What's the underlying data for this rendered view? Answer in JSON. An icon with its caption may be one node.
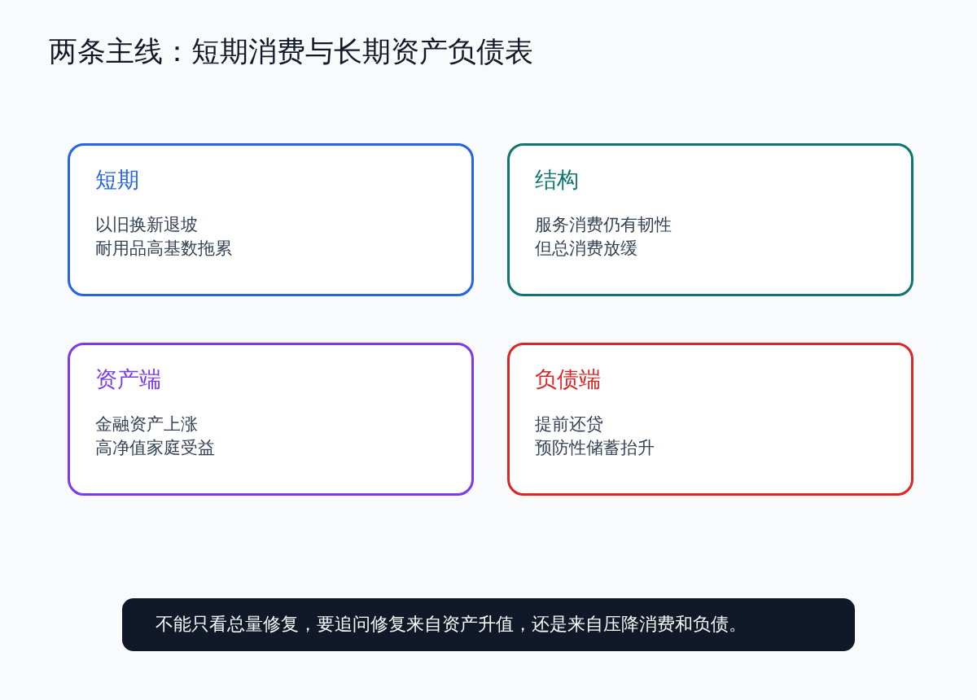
{
  "diagram": {
    "title": "两条主线：短期消费与长期资产负债表",
    "nodes": [
      {
        "text": [
          "短期",
          "以旧换新退坡",
          "耐用品高基数拖累"
        ]
      },
      {
        "text": [
          "结构",
          "服务消费仍有韧性",
          "但总消费放缓"
        ]
      },
      {
        "text": [
          "资产端",
          "金融资产上涨",
          "高净值家庭受益"
        ]
      },
      {
        "text": [
          "负债端",
          "提前还贷",
          "预防性储蓄抬升"
        ]
      },
      {
        "text": [
          "不能只看总量修复，要追问修复来自资产升值，还是来自压降消费和负债。"
        ]
      }
    ]
  }
}
